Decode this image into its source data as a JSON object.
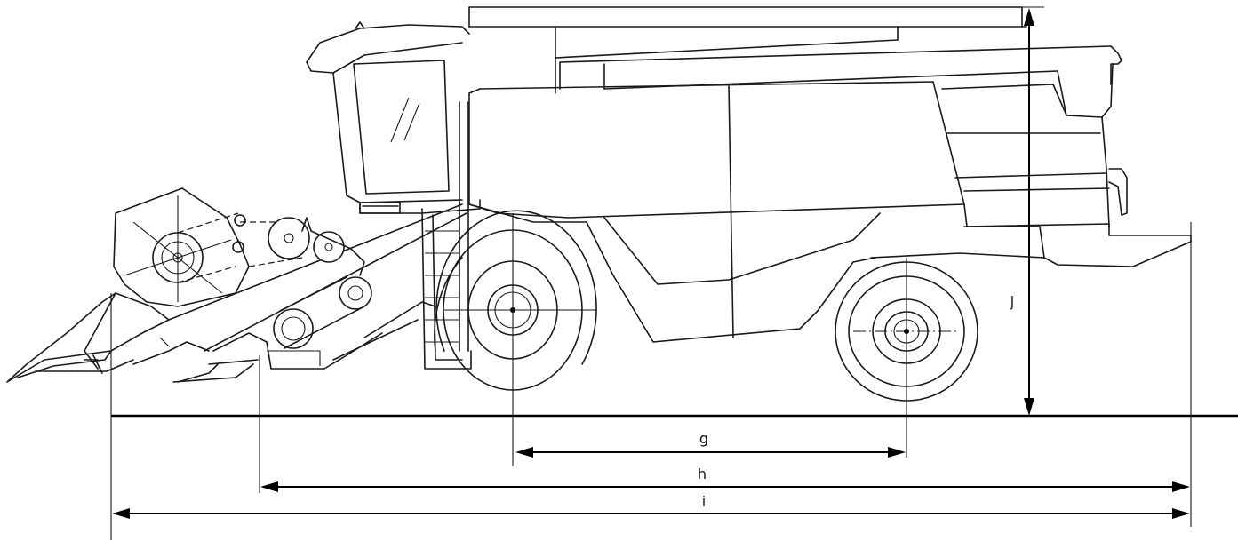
{
  "diagram": {
    "dimension_labels": {
      "wheelbase": "g",
      "length_without_header": "h",
      "overall_length": "i",
      "overall_height": "j"
    },
    "colors": {
      "line": "#1a1a1a",
      "background": "#ffffff"
    }
  }
}
